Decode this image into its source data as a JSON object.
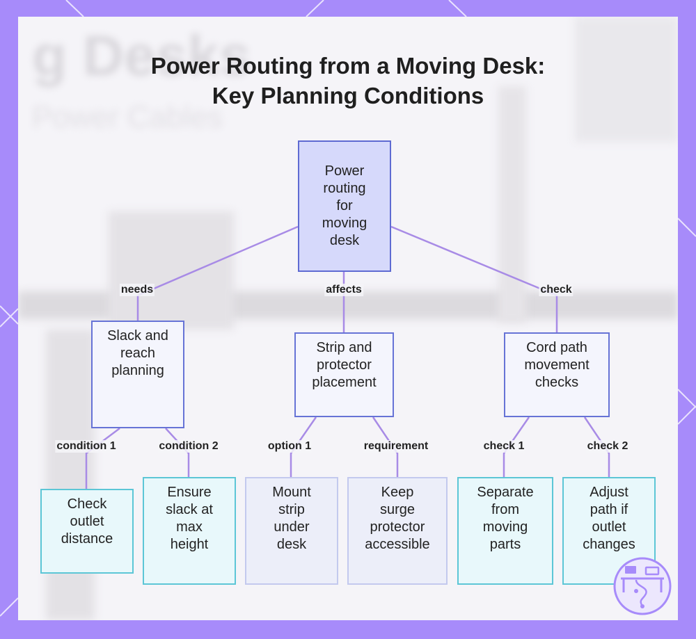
{
  "title_line1": "Power Routing from a Moving Desk:",
  "title_line2": "Key Planning Conditions",
  "root": {
    "lines": [
      "Power",
      "routing",
      "for",
      "moving",
      "desk"
    ]
  },
  "mid": [
    {
      "lines": [
        "Slack and",
        "reach",
        "planning"
      ],
      "edge_label": "needs"
    },
    {
      "lines": [
        "Strip and",
        "protector",
        "placement"
      ],
      "edge_label": "affects"
    },
    {
      "lines": [
        "Cord path",
        "movement",
        "checks"
      ],
      "edge_label": "check"
    }
  ],
  "leaves": [
    {
      "lines": [
        "Check",
        "outlet",
        "distance"
      ],
      "edge_label": "condition 1"
    },
    {
      "lines": [
        "Ensure",
        "slack at",
        "max",
        "height"
      ],
      "edge_label": "condition 2"
    },
    {
      "lines": [
        "Mount",
        "strip",
        "under",
        "desk"
      ],
      "edge_label": "option 1"
    },
    {
      "lines": [
        "Keep",
        "surge",
        "protector",
        "accessible"
      ],
      "edge_label": "requirement"
    },
    {
      "lines": [
        "Separate",
        "from",
        "moving",
        "parts"
      ],
      "edge_label": "check 1"
    },
    {
      "lines": [
        "Adjust",
        "path if",
        "outlet",
        "changes"
      ],
      "edge_label": "check 2"
    }
  ],
  "background": {
    "word1": "g Desks",
    "word2": "Power Cables"
  },
  "colors": {
    "frame": "#a78bfa",
    "edge": "#a88be6",
    "root_border": "#5e6ad2",
    "leaf_cyan_border": "#5cc6d6",
    "leaf_pale_border": "#c3c9ee"
  },
  "logo_icon": "desk-cable-icon"
}
